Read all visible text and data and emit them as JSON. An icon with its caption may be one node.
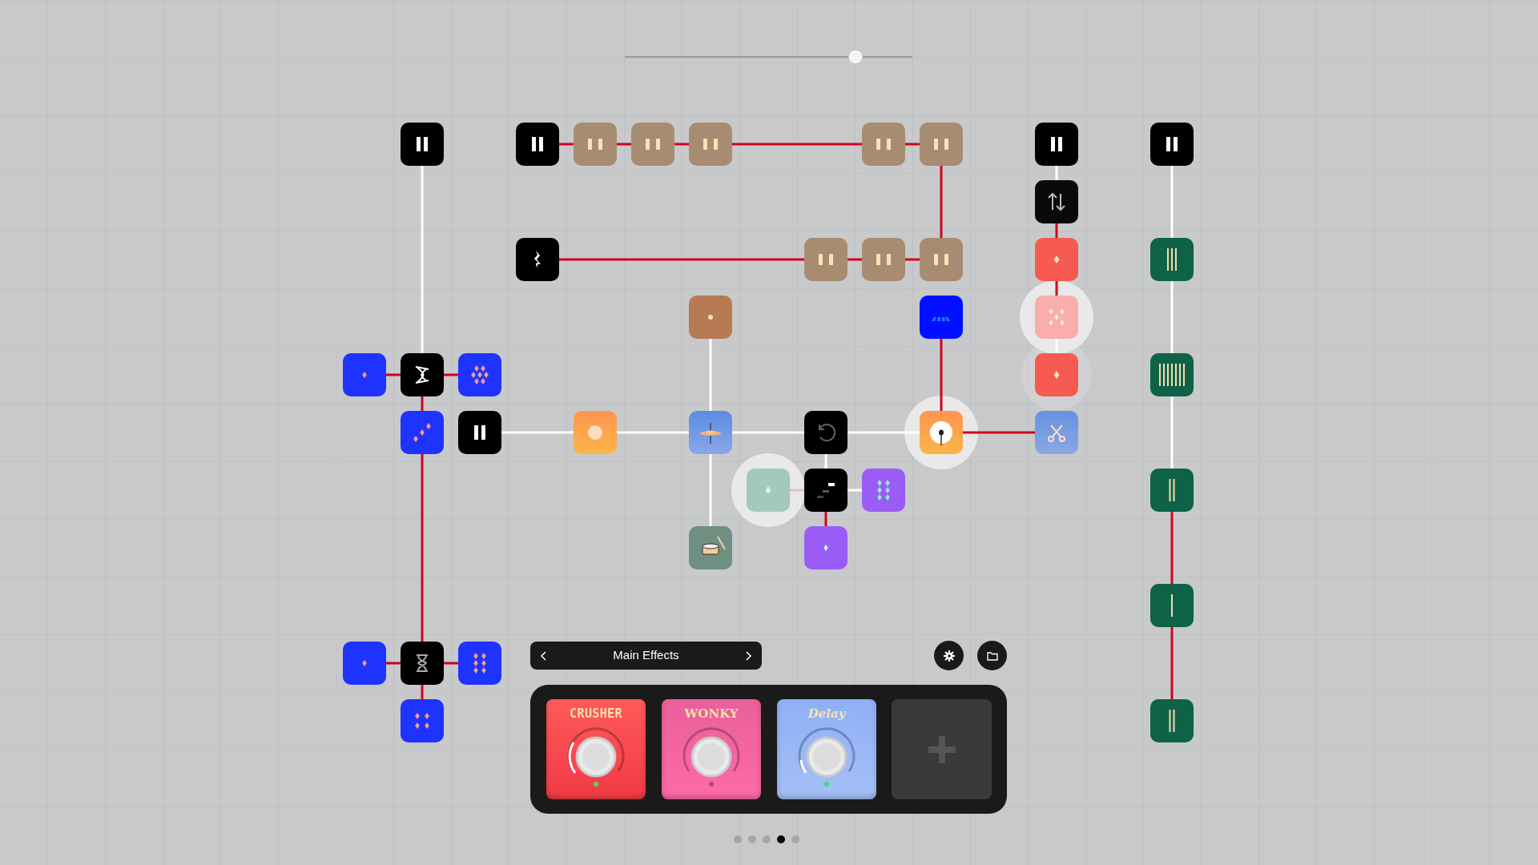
{
  "diagram": {
    "nodes": [
      {
        "text": [],
        "shape": "box"
      },
      {
        "text": [],
        "shape": "box"
      },
      {
        "text": [],
        "shape": "box"
      },
      {
        "text": [],
        "shape": "box"
      },
      {
        "text": [],
        "shape": "box"
      },
      {
        "text": [],
        "shape": "box"
      },
      {
        "text": [],
        "shape": "box"
      },
      {
        "text": [],
        "shape": "box"
      },
      {
        "text": [],
        "shape": "box"
      },
      {
        "text": [],
        "shape": "box"
      },
      {
        "text": [],
        "shape": "box"
      },
      {
        "text": [],
        "shape": "box"
      },
      {
        "text": [],
        "shape": "box"
      },
      {
        "text": [],
        "shape": "box"
      },
      {
        "text": [],
        "shape": "box"
      },
      {
        "text": [],
        "shape": "box"
      },
      {
        "text": [],
        "shape": "box"
      },
      {
        "text": [],
        "shape": "box"
      },
      {
        "text": [],
        "shape": "box"
      },
      {
        "text": [],
        "shape": "box"
      },
      {
        "text": [],
        "shape": "box"
      },
      {
        "text": [],
        "shape": "box"
      },
      {
        "text": [],
        "shape": "box"
      },
      {
        "text": [],
        "shape": "box"
      },
      {
        "text": [],
        "shape": "box"
      },
      {
        "text": [],
        "shape": "box"
      },
      {
        "text": [],
        "shape": "box"
      },
      {
        "text": [],
        "shape": "box"
      },
      {
        "text": [],
        "shape": "box"
      },
      {
        "text": [],
        "shape": "box"
      },
      {
        "text": [],
        "shape": "box"
      },
      {
        "text": [],
        "shape": "box"
      },
      {
        "text": [],
        "shape": "box"
      },
      {
        "text": [],
        "shape": "box"
      },
      {
        "text": [],
        "shape": "box"
      },
      {
        "text": [],
        "shape": "box"
      },
      {
        "text": [],
        "shape": "box"
      },
      {
        "text": [],
        "shape": "box"
      },
      {
        "text": [],
        "shape": "box"
      },
      {
        "text": [],
        "shape": "box"
      },
      {
        "text": [],
        "shape": "box"
      },
      {
        "text": [],
        "shape": "box"
      },
      {
        "text": [],
        "shape": "box"
      }
    ],
    "edges": [
      {
        "from": 0,
        "to": 20,
        "arrow": "none",
        "color": "#ffffff"
      },
      {
        "from": 19,
        "to": 20,
        "arrow": "none"
      },
      {
        "from": 20,
        "to": 21,
        "arrow": "none"
      },
      {
        "from": 20,
        "to": 24,
        "arrow": "none"
      },
      {
        "from": 24,
        "to": 39,
        "arrow": "none"
      },
      {
        "from": 38,
        "to": 39,
        "arrow": "none"
      },
      {
        "from": 39,
        "to": 40,
        "arrow": "none"
      },
      {
        "from": 39,
        "to": 42,
        "arrow": "none"
      },
      {
        "from": 1,
        "to": 2,
        "arrow": "none"
      },
      {
        "from": 2,
        "to": 3,
        "arrow": "none"
      },
      {
        "from": 3,
        "to": 4,
        "arrow": "none"
      },
      {
        "from": 4,
        "to": 5,
        "arrow": "none"
      },
      {
        "from": 5,
        "to": 6,
        "arrow": "none"
      },
      {
        "from": 6,
        "to": 13,
        "arrow": "none"
      },
      {
        "from": 10,
        "to": 11,
        "arrow": "none"
      },
      {
        "from": 11,
        "to": 12,
        "arrow": "none"
      },
      {
        "from": 12,
        "to": 13,
        "arrow": "none"
      },
      {
        "from": 7,
        "to": 9,
        "arrow": "none",
        "color": "#ffffff"
      },
      {
        "from": 9,
        "to": 14,
        "arrow": "none"
      },
      {
        "from": 14,
        "to": 18,
        "arrow": "none"
      },
      {
        "from": 18,
        "to": 22,
        "arrow": "none",
        "color": "#ffffff"
      },
      {
        "from": 17,
        "to": 29,
        "arrow": "none"
      },
      {
        "from": 29,
        "to": 30,
        "arrow": "none"
      },
      {
        "from": 25,
        "to": 26,
        "arrow": "none",
        "color": "#ffffff"
      },
      {
        "from": 26,
        "to": 27,
        "arrow": "none",
        "color": "#ffffff"
      },
      {
        "from": 27,
        "to": 28,
        "arrow": "none",
        "color": "#ffffff"
      },
      {
        "from": 28,
        "to": 29,
        "arrow": "none",
        "color": "#ffffff"
      },
      {
        "from": 16,
        "to": 27,
        "arrow": "none",
        "color": "#ffffff"
      },
      {
        "from": 27,
        "to": 35,
        "arrow": "none",
        "color": "#ffffff"
      },
      {
        "from": 28,
        "to": 32,
        "arrow": "none",
        "color": "#ffffff"
      },
      {
        "from": 31,
        "to": 32,
        "arrow": "none",
        "color": "#f2b9c2"
      },
      {
        "from": 32,
        "to": 33,
        "arrow": "none",
        "color": "#ffffff"
      },
      {
        "from": 32,
        "to": 36,
        "arrow": "none"
      },
      {
        "from": 8,
        "to": 15,
        "arrow": "none",
        "color": "#ffffff"
      },
      {
        "from": 15,
        "to": 23,
        "arrow": "none",
        "color": "#ffffff"
      },
      {
        "from": 23,
        "to": 34,
        "arrow": "none",
        "color": "#ffffff"
      },
      {
        "from": 34,
        "to": 37,
        "arrow": "none"
      },
      {
        "from": 37,
        "to": 41,
        "arrow": "none"
      }
    ],
    "labels": [
      "Main Effects",
      "CRUSHER",
      "WONKY",
      "Delay"
    ]
  }
}
